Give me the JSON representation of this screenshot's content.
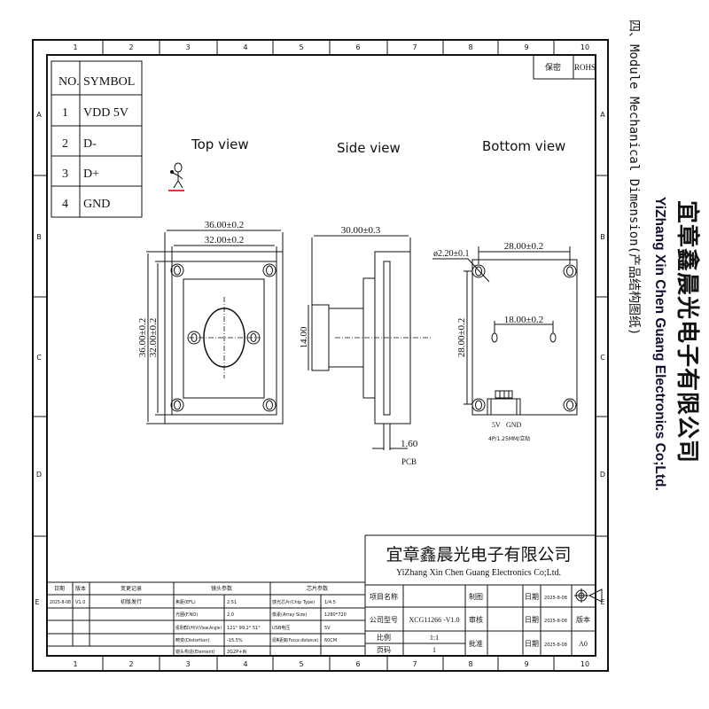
{
  "side_title": "四、Module Mechanical Dimension(产品结构图纸)",
  "company": {
    "cn": "宜章鑫晨光电子有限公司",
    "en": "YiZhang Xin Chen Guang Electronics Co;Ltd."
  },
  "grid": {
    "columns": [
      "1",
      "2",
      "3",
      "4",
      "5",
      "6",
      "7",
      "8",
      "9",
      "10"
    ],
    "rows": [
      "A",
      "B",
      "C",
      "D",
      "E"
    ]
  },
  "corner": {
    "secret": "保密",
    "rohs": "ROHS"
  },
  "pin_table": {
    "headers": [
      "NO.",
      "SYMBOL"
    ],
    "rows": [
      [
        "1",
        "VDD 5V"
      ],
      [
        "2",
        "D-"
      ],
      [
        "3",
        "D+"
      ],
      [
        "4",
        "GND"
      ]
    ]
  },
  "views": {
    "top": "Top view",
    "side": "Side view",
    "bottom": "Bottom view"
  },
  "dims": {
    "top_w_outer": "36.00±0.2",
    "top_w_inner": "32.00±0.2",
    "top_h_outer": "36.00±0.2",
    "top_h_inner": "32.00±0.2",
    "side_len": "30.00±0.3",
    "side_lens": "14.00",
    "pcb_thk": "1.60",
    "pcb_label": "PCB",
    "hole_dia": "ø2.20±0.1",
    "bot_w": "28.00±0.2",
    "bot_h": "28.00±0.2",
    "bot_mid": "18.00±0.2",
    "pin_5v": "5V",
    "pin_gnd": "GND",
    "connector": "4P/1.25MM/立贴"
  },
  "rev_table": {
    "headers": [
      "日期",
      "版本",
      "变更记录",
      "镜头参数",
      "芯片参数"
    ],
    "rev_row": [
      "2025-8-08",
      "V1.0",
      "初版发行"
    ],
    "lens": [
      [
        "焦距(EFL)",
        "2.51"
      ],
      [
        "光圈(F.NO)",
        "2.0"
      ],
      [
        "视场角D/H/V(View.Angle)",
        "121° 99.2° 51°"
      ],
      [
        "畸变(Distortion)",
        "-15.5%"
      ],
      [
        "镜头构造(Element)",
        "2G2P+IR"
      ]
    ],
    "chip": [
      [
        "感光芯片(Chip Type)",
        "1/4.5"
      ],
      [
        "像素(Array Size)",
        "1280*720"
      ],
      [
        "USB电压",
        "5V"
      ],
      [
        "调焦距离(Focus distance)",
        "60CM"
      ]
    ]
  },
  "title_block": {
    "project_label": "项目名称",
    "project_value": "",
    "model_label": "公司型号",
    "model_value": "XCG11266 -V1.0",
    "scale_label": "比例",
    "scale_value": "1:1",
    "page_label": "页码",
    "page_value": "1",
    "draw_label": "制图",
    "check_label": "审核",
    "approve_label": "批准",
    "date_label": "日期",
    "dates": [
      "2025-8-08",
      "2025-8-08",
      "2025-8-08"
    ],
    "version_label": "版本",
    "size": "A0"
  }
}
